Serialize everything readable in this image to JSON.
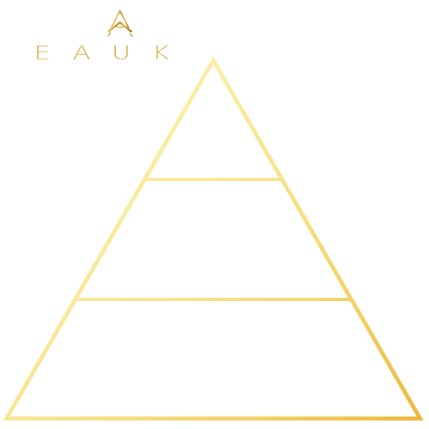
{
  "logo": {
    "text": "E A U K",
    "letters": [
      "E",
      "A",
      "U",
      "K"
    ],
    "icon": "compass-square-icon"
  },
  "pyramid": {
    "levels": 3,
    "colors": {
      "light_gold": "#fff4b8",
      "mid_gold": "#f5dd76",
      "deep_gold": "#ebb73d"
    }
  }
}
